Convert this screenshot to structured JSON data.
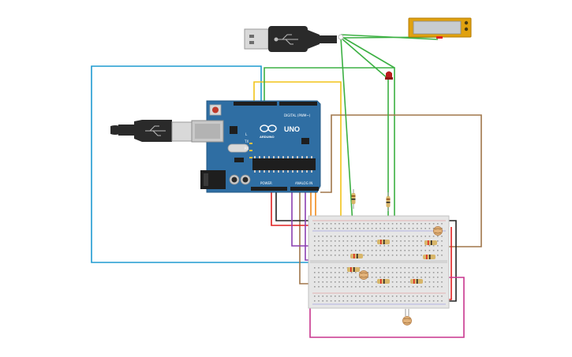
{
  "board": {
    "model": "UNO",
    "brand": "ARDUINO",
    "digital_header_label": "DIGITAL (PWM~)",
    "power_label": "POWER",
    "analog_label": "ANALOG IN",
    "tx_label": "TX",
    "rx_label": "RX",
    "l_label": "L"
  },
  "colors": {
    "board": "#2f6ea3",
    "wire_blue": "#1f9bd1",
    "wire_green": "#3cb043",
    "wire_yellow": "#f2c318",
    "wire_brown": "#a0764a",
    "wire_red": "#e02020",
    "wire_purple": "#8b3fb0",
    "wire_magenta": "#c8358e",
    "wire_orange": "#f08a1c",
    "wire_black": "#222222"
  },
  "icons": {
    "usb_plug": "usb-plug-icon",
    "arduino_logo": "infinity-logo-icon"
  }
}
